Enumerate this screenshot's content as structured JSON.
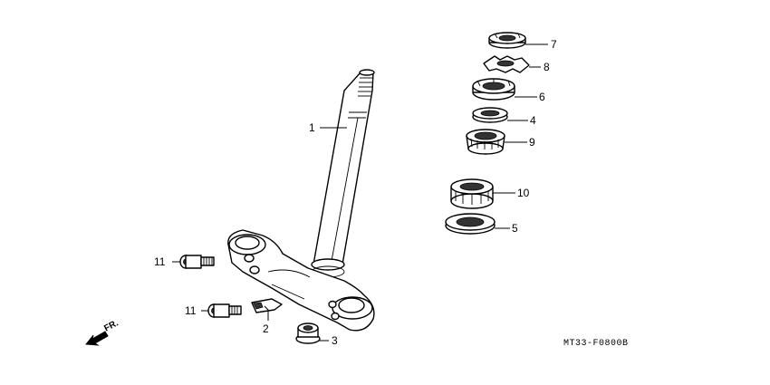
{
  "diagram": {
    "direction_label": "FR.",
    "reference_code": "MT33-F0800B",
    "callouts": [
      {
        "id": "1",
        "label": "1"
      },
      {
        "id": "2",
        "label": "2"
      },
      {
        "id": "3",
        "label": "3"
      },
      {
        "id": "4",
        "label": "4"
      },
      {
        "id": "5",
        "label": "5"
      },
      {
        "id": "6",
        "label": "6"
      },
      {
        "id": "7",
        "label": "7"
      },
      {
        "id": "8",
        "label": "8"
      },
      {
        "id": "9",
        "label": "9"
      },
      {
        "id": "10",
        "label": "10"
      },
      {
        "id": "11a",
        "label": "11"
      },
      {
        "id": "11b",
        "label": "11"
      }
    ]
  }
}
